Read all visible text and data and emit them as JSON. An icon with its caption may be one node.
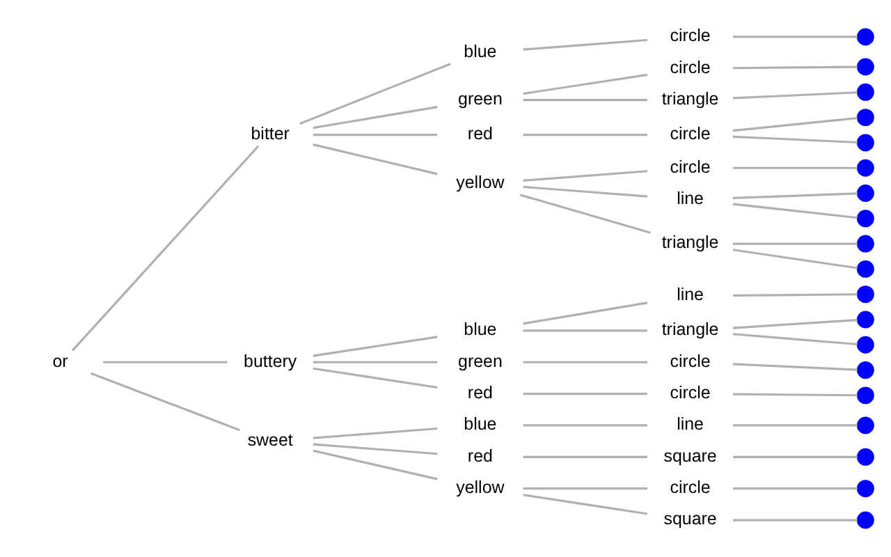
{
  "diagram": {
    "nodes": [
      {
        "text": [
          "or"
        ]
      },
      {
        "text": [
          "bitter"
        ]
      },
      {
        "text": [
          "blue"
        ]
      },
      {
        "text": [
          "circle"
        ]
      },
      {
        "text": [],
        "shape": "circle"
      },
      {
        "text": [
          "green"
        ]
      },
      {
        "text": [
          "circle"
        ]
      },
      {
        "text": [],
        "shape": "circle"
      },
      {
        "text": [
          "triangle"
        ]
      },
      {
        "text": [],
        "shape": "circle"
      },
      {
        "text": [
          "red"
        ]
      },
      {
        "text": [
          "circle"
        ]
      },
      {
        "text": [],
        "shape": "circle"
      },
      {
        "text": [],
        "shape": "circle"
      },
      {
        "text": [
          "yellow"
        ]
      },
      {
        "text": [
          "circle"
        ]
      },
      {
        "text": [],
        "shape": "circle"
      },
      {
        "text": [
          "line"
        ]
      },
      {
        "text": [],
        "shape": "circle"
      },
      {
        "text": [],
        "shape": "circle"
      },
      {
        "text": [
          "triangle"
        ]
      },
      {
        "text": [],
        "shape": "circle"
      },
      {
        "text": [],
        "shape": "circle"
      },
      {
        "text": [
          "buttery"
        ]
      },
      {
        "text": [
          "blue"
        ]
      },
      {
        "text": [
          "line"
        ]
      },
      {
        "text": [],
        "shape": "circle"
      },
      {
        "text": [
          "triangle"
        ]
      },
      {
        "text": [],
        "shape": "circle"
      },
      {
        "text": [],
        "shape": "circle"
      },
      {
        "text": [
          "green"
        ]
      },
      {
        "text": [
          "circle"
        ]
      },
      {
        "text": [],
        "shape": "circle"
      },
      {
        "text": [
          "red"
        ]
      },
      {
        "text": [
          "circle"
        ]
      },
      {
        "text": [],
        "shape": "circle"
      },
      {
        "text": [
          "sweet"
        ]
      },
      {
        "text": [
          "blue"
        ]
      },
      {
        "text": [
          "line"
        ]
      },
      {
        "text": [],
        "shape": "circle"
      },
      {
        "text": [
          "red"
        ]
      },
      {
        "text": [
          "square"
        ]
      },
      {
        "text": [],
        "shape": "circle"
      },
      {
        "text": [
          "yellow"
        ]
      },
      {
        "text": [
          "circle"
        ]
      },
      {
        "text": [],
        "shape": "circle"
      },
      {
        "text": [
          "square"
        ]
      },
      {
        "text": [],
        "shape": "circle"
      }
    ],
    "edges": [
      {
        "from": 0,
        "to": 1,
        "arrow": "none"
      },
      {
        "from": 1,
        "to": 2,
        "arrow": "none"
      },
      {
        "from": 2,
        "to": 3,
        "arrow": "none"
      },
      {
        "from": 3,
        "to": 4,
        "arrow": "none"
      },
      {
        "from": 1,
        "to": 5,
        "arrow": "none"
      },
      {
        "from": 5,
        "to": 6,
        "arrow": "none"
      },
      {
        "from": 6,
        "to": 7,
        "arrow": "none"
      },
      {
        "from": 5,
        "to": 8,
        "arrow": "none"
      },
      {
        "from": 8,
        "to": 9,
        "arrow": "none"
      },
      {
        "from": 1,
        "to": 10,
        "arrow": "none"
      },
      {
        "from": 10,
        "to": 11,
        "arrow": "none"
      },
      {
        "from": 11,
        "to": 12,
        "arrow": "none"
      },
      {
        "from": 11,
        "to": 13,
        "arrow": "none"
      },
      {
        "from": 1,
        "to": 14,
        "arrow": "none"
      },
      {
        "from": 14,
        "to": 15,
        "arrow": "none"
      },
      {
        "from": 15,
        "to": 16,
        "arrow": "none"
      },
      {
        "from": 14,
        "to": 17,
        "arrow": "none"
      },
      {
        "from": 17,
        "to": 18,
        "arrow": "none"
      },
      {
        "from": 17,
        "to": 19,
        "arrow": "none"
      },
      {
        "from": 14,
        "to": 20,
        "arrow": "none"
      },
      {
        "from": 20,
        "to": 21,
        "arrow": "none"
      },
      {
        "from": 20,
        "to": 22,
        "arrow": "none"
      },
      {
        "from": 0,
        "to": 23,
        "arrow": "none"
      },
      {
        "from": 23,
        "to": 24,
        "arrow": "none"
      },
      {
        "from": 24,
        "to": 25,
        "arrow": "none"
      },
      {
        "from": 25,
        "to": 26,
        "arrow": "none"
      },
      {
        "from": 24,
        "to": 27,
        "arrow": "none"
      },
      {
        "from": 27,
        "to": 28,
        "arrow": "none"
      },
      {
        "from": 27,
        "to": 29,
        "arrow": "none"
      },
      {
        "from": 23,
        "to": 30,
        "arrow": "none"
      },
      {
        "from": 30,
        "to": 31,
        "arrow": "none"
      },
      {
        "from": 31,
        "to": 32,
        "arrow": "none"
      },
      {
        "from": 23,
        "to": 33,
        "arrow": "none"
      },
      {
        "from": 33,
        "to": 34,
        "arrow": "none"
      },
      {
        "from": 34,
        "to": 35,
        "arrow": "none"
      },
      {
        "from": 0,
        "to": 36,
        "arrow": "none"
      },
      {
        "from": 36,
        "to": 37,
        "arrow": "none"
      },
      {
        "from": 37,
        "to": 38,
        "arrow": "none"
      },
      {
        "from": 38,
        "to": 39,
        "arrow": "none"
      },
      {
        "from": 36,
        "to": 40,
        "arrow": "none"
      },
      {
        "from": 40,
        "to": 41,
        "arrow": "none"
      },
      {
        "from": 41,
        "to": 42,
        "arrow": "none"
      },
      {
        "from": 36,
        "to": 43,
        "arrow": "none"
      },
      {
        "from": 43,
        "to": 44,
        "arrow": "none"
      },
      {
        "from": 44,
        "to": 45,
        "arrow": "none"
      },
      {
        "from": 43,
        "to": 46,
        "arrow": "none"
      },
      {
        "from": 46,
        "to": 47,
        "arrow": "none"
      }
    ]
  }
}
